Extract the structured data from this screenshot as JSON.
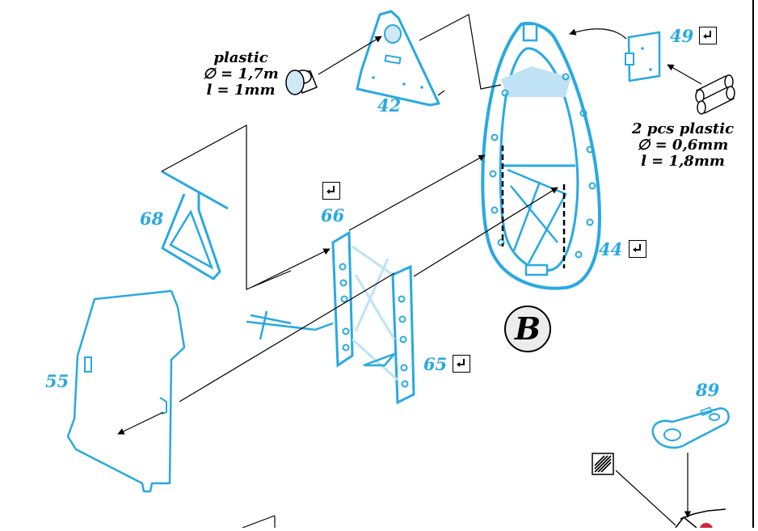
{
  "section_label": "B",
  "parts": [
    {
      "id": "p42",
      "number": "42"
    },
    {
      "id": "p44",
      "number": "44"
    },
    {
      "id": "p49",
      "number": "49"
    },
    {
      "id": "p55",
      "number": "55"
    },
    {
      "id": "p65",
      "number": "65"
    },
    {
      "id": "p66",
      "number": "66"
    },
    {
      "id": "p68",
      "number": "68"
    },
    {
      "id": "p89",
      "number": "89"
    }
  ],
  "notes": {
    "plastic_disc": [
      "plastic",
      "∅ = 1,7m",
      "l = 1mm"
    ],
    "plastic_rods": [
      "2 pcs plastic",
      "∅ = 0,6mm",
      "l = 1,8mm"
    ]
  },
  "colors": {
    "part_outline": "#29a9e1",
    "part_fill": "#d4ecf8",
    "line": "#000000"
  },
  "icons": [
    "bend-icon",
    "paint-icon"
  ]
}
